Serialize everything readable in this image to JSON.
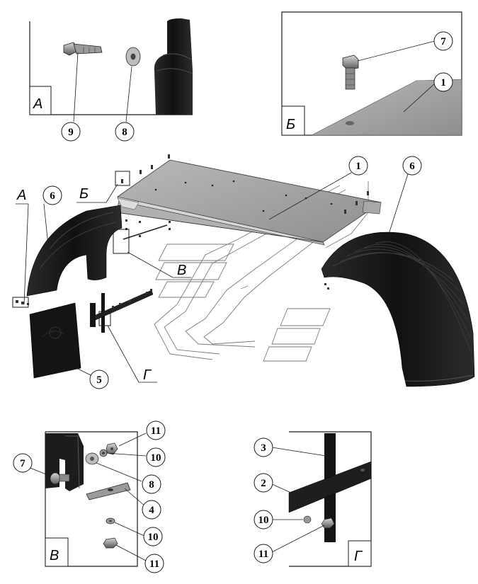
{
  "views": {
    "A": "А",
    "B": "Б",
    "V": "В",
    "G": "Г"
  },
  "callouts": {
    "c9": "9",
    "c8": "8",
    "c7": "7",
    "c1a": "1",
    "c1b": "1",
    "c6a": "6",
    "c6b": "6",
    "c5": "5",
    "c11a": "11",
    "c10a": "10",
    "c7b": "7",
    "c8b": "8",
    "c4": "4",
    "c10b": "10",
    "c11b": "11",
    "c3": "3",
    "c2": "2",
    "c10c": "10",
    "c11c": "11"
  },
  "colors": {
    "line": "#1a1a1a",
    "part_dark": "#151515",
    "part_mid": "#3a3a3a",
    "panel_gray": "#9a9a9a",
    "panel_light": "#c8c8c8",
    "ghost": "#7a7a7a"
  }
}
